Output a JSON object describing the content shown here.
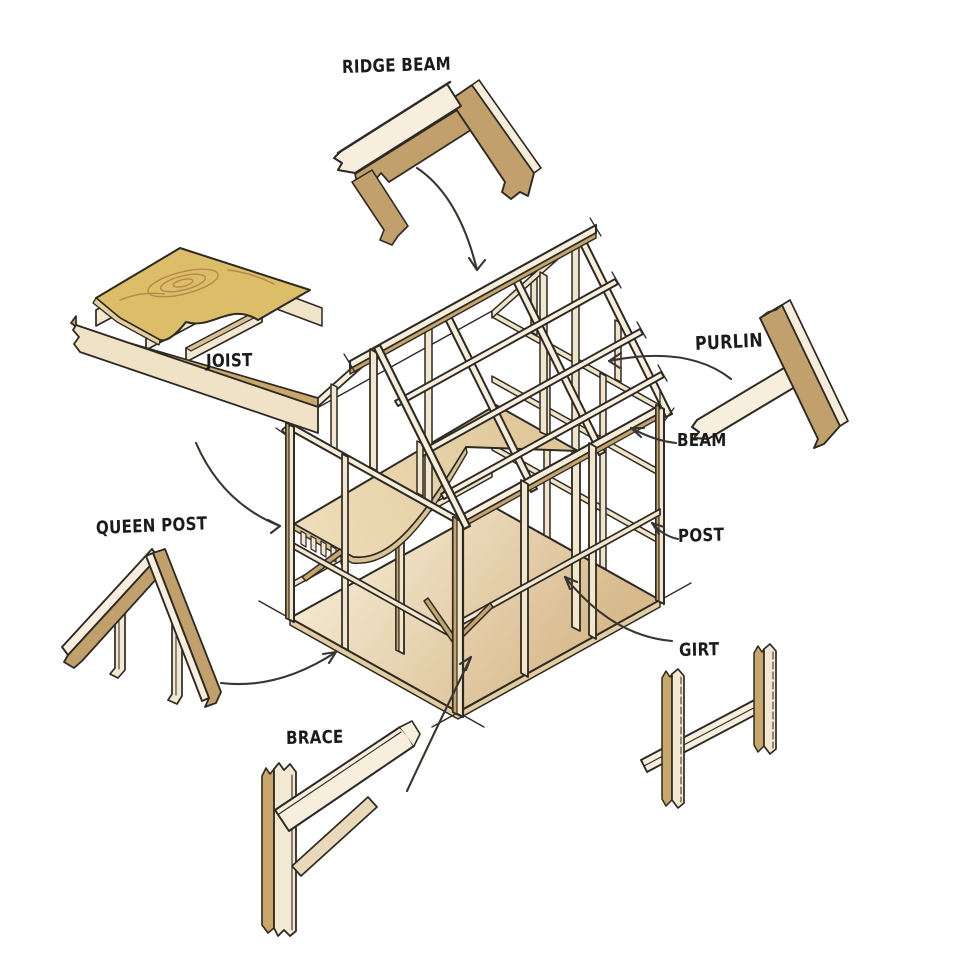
{
  "diagram": {
    "background": "#ffffff",
    "labels": {
      "ridge_beam": "RIDGE BEAM",
      "joist": "JOIST",
      "queen_post": "QUEEN POST",
      "brace": "BRACE",
      "purlin": "PURLIN",
      "beam": "BEAM",
      "post": "POST",
      "girt": "GIRT"
    },
    "colors": {
      "outline": "#2d2a24",
      "wood_face_light": "#f6edda",
      "wood_face_cream": "#efe3c8",
      "wood_side_tan": "#c6a46c",
      "wood_side_dark": "#b6945c",
      "plywood_gold": "#dcbd68",
      "plywood_grain": "#b5894a",
      "floor_light": "#f4e9d0",
      "floor_dark": "#d7b98b",
      "label_text": "#1b1b1b",
      "arrow_stroke": "#3a3530"
    }
  }
}
